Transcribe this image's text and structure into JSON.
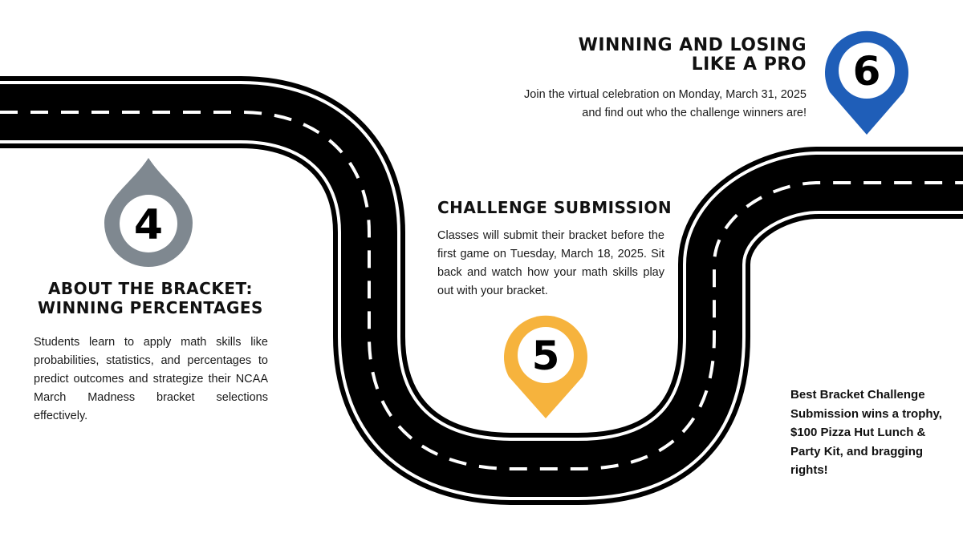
{
  "steps": [
    {
      "number": "4",
      "heading_line1": "About the Bracket:",
      "heading_line2": "Winning Percentages",
      "body": "Students learn to apply math skills like probabilities, statistics, and percentages to predict outcomes and strategize their NCAA March Madness bracket selections effectively.",
      "pin_color": "#7f8890"
    },
    {
      "number": "5",
      "heading_line1": "Challenge Submission",
      "body": "Classes will submit their bracket before the first game on Tuesday, March 18, 2025. Sit back and watch how your math skills play out with your bracket.",
      "pin_color": "#f6b33d"
    },
    {
      "number": "6",
      "heading_line1": "Winning and Losing",
      "heading_line2": "Like a Pro",
      "body_line1": "Join the virtual celebration on Monday, March 31, 2025",
      "body_line2": "and find out who the challenge winners are!",
      "pin_color": "#1f5eb8"
    }
  ],
  "prize": {
    "line1": "Best Bracket Challenge",
    "line2": "Submission wins a trophy,",
    "line3": "$100 Pizza Hut Lunch &",
    "line4": "Party Kit, and bragging",
    "line5": "rights!"
  },
  "colors": {
    "road": "#000000",
    "road_marking": "#ffffff",
    "pin_inner": "#ffffff",
    "pin_number": "#000000"
  },
  "icons": {
    "step4": "droplet-pin-icon",
    "step5": "map-pin-icon",
    "step6": "map-pin-icon"
  }
}
